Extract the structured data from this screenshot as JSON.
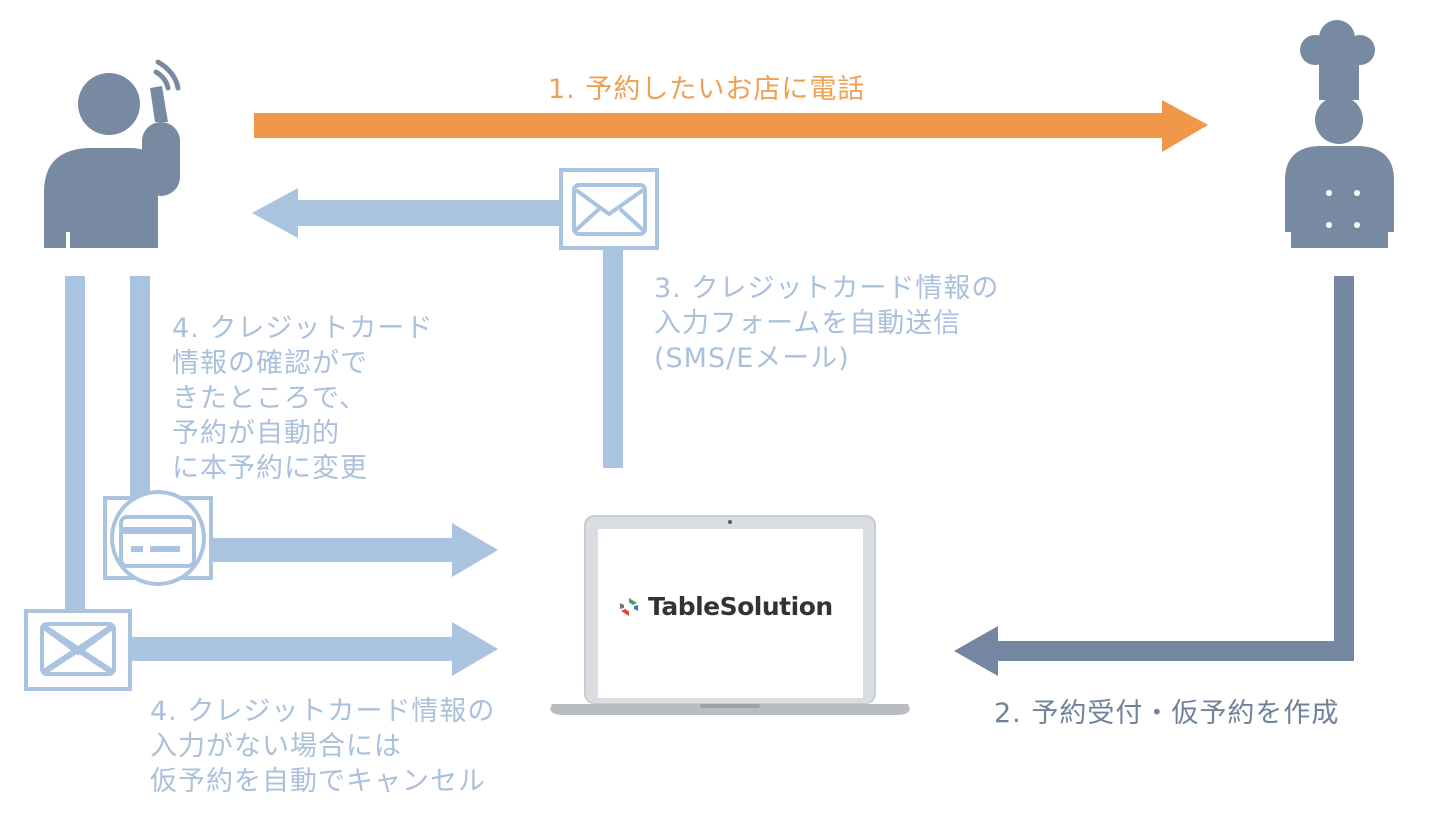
{
  "colors": {
    "orange": "#f0974a",
    "light_blue": "#aac3de",
    "slate": "#7586a0",
    "person": "#778aa2",
    "logo_red": "#e5472f",
    "logo_green": "#3aa860",
    "logo_blue": "#3a7fc8",
    "logo_gray": "#777777"
  },
  "icons": [
    "person-calling-icon",
    "chef-icon",
    "envelope-icon",
    "credit-card-icon",
    "crossed-envelope-icon",
    "laptop-icon",
    "tablesolution-logo-icon"
  ],
  "steps": {
    "step1": "1. 予約したいお店に電話",
    "step2": "2. 予約受付・仮予約を作成",
    "step3": "3. クレジットカード情報の\n入力フォームを自動送信\n(SMS/Eメール)",
    "step4a": "4. クレジットカード\n情報の確認がで\nきたところで、\n予約が自動的\nに本予約に変更",
    "step4b": "4. クレジットカード情報の\n入力がない場合には\n仮予約を自動でキャンセル"
  },
  "laptop": {
    "brand": "TableSolution"
  }
}
